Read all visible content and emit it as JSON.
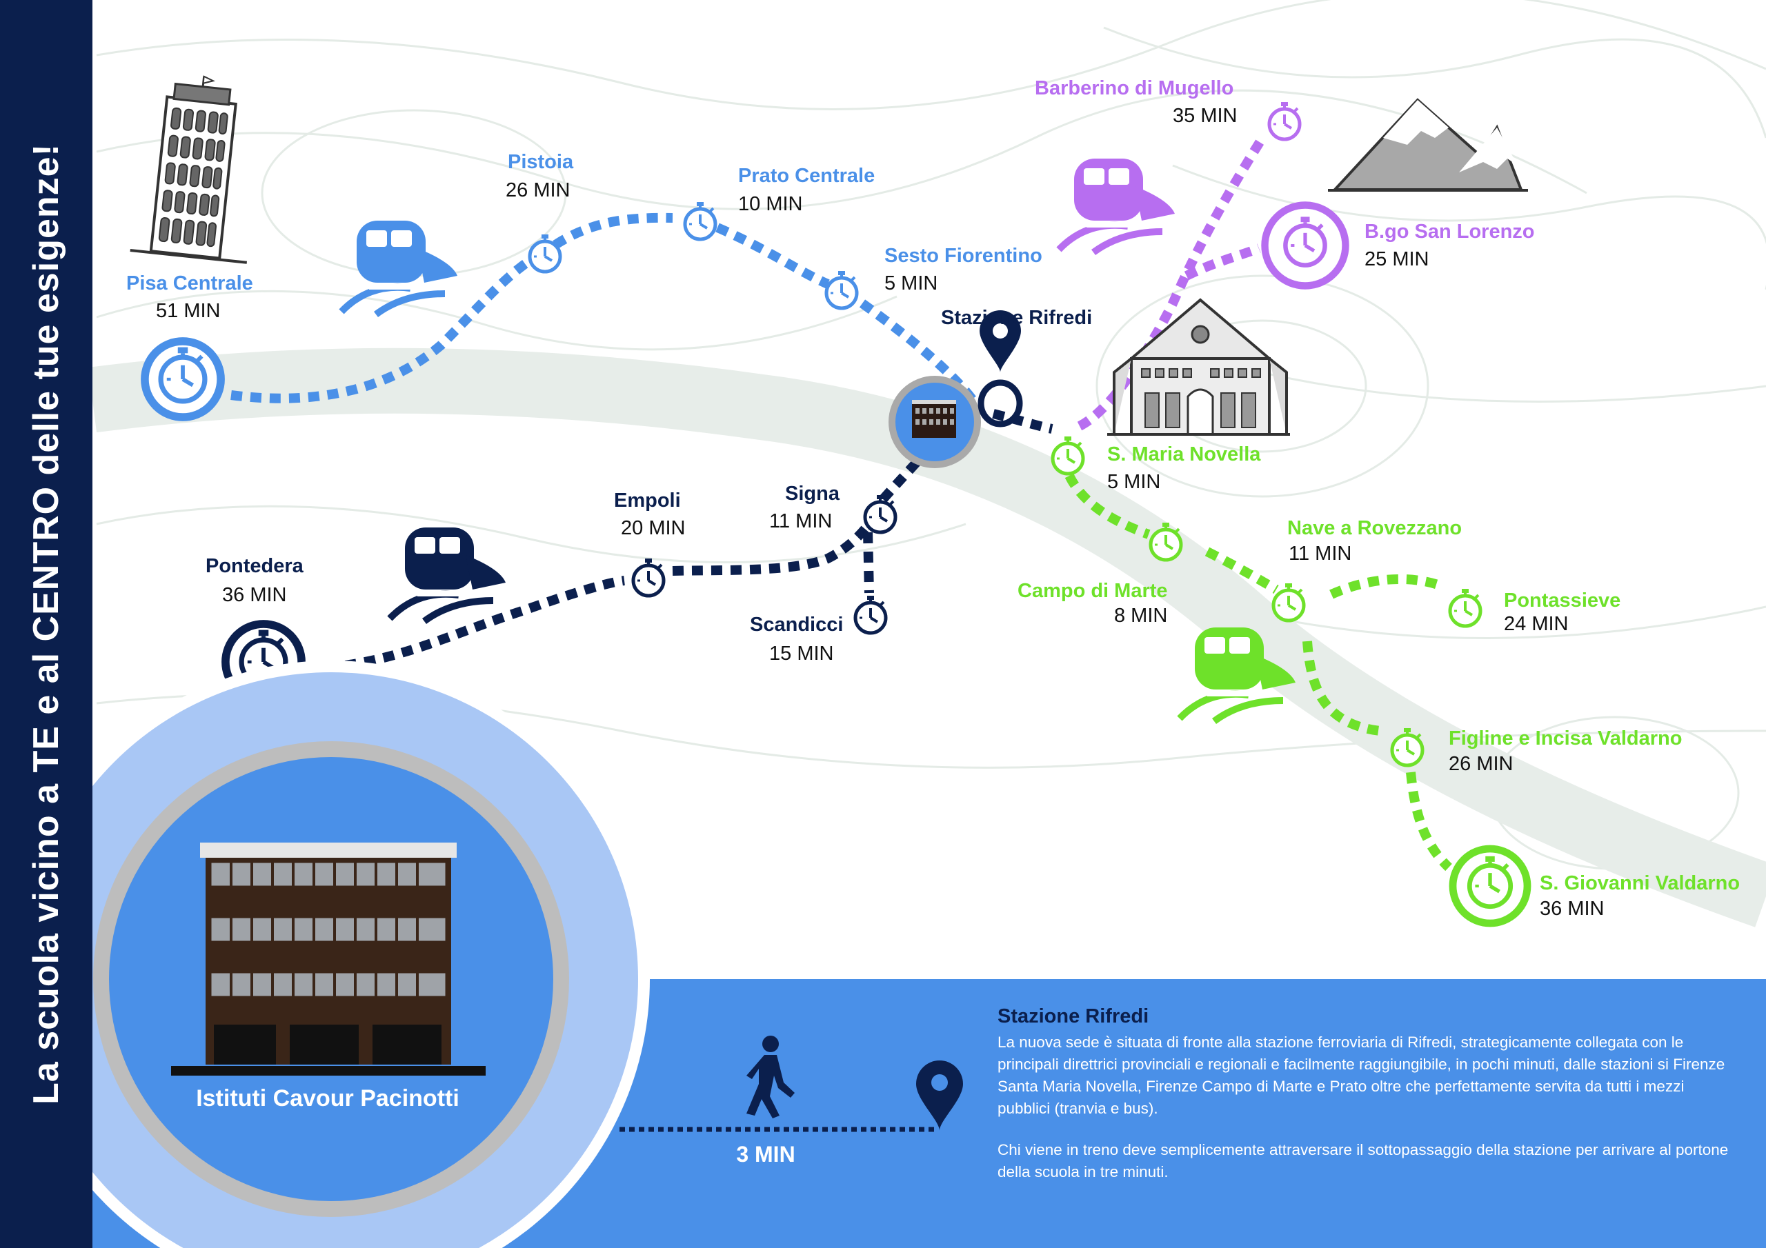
{
  "headline": "La scuola vicino a TE e al CENTRO delle tue esigenze!",
  "colors": {
    "sidebar": "#0b1f4d",
    "light_blue": "#4a90e8",
    "navy": "#0b1f4d",
    "purple": "#b76ef0",
    "green": "#6ee12a",
    "band": "#4a90e8"
  },
  "hub": {
    "name": "Stazione Rifredi"
  },
  "stations": {
    "pisa": {
      "name": "Pisa Centrale",
      "time": "51 MIN"
    },
    "pistoia": {
      "name": "Pistoia",
      "time": "26 MIN"
    },
    "prato": {
      "name": "Prato Centrale",
      "time": "10 MIN"
    },
    "sesto": {
      "name": "Sesto Fiorentino",
      "time": "5 MIN"
    },
    "pontedera": {
      "name": "Pontedera",
      "time": "36 MIN"
    },
    "empoli": {
      "name": "Empoli",
      "time": "20 MIN"
    },
    "signa": {
      "name": "Signa",
      "time": "11 MIN"
    },
    "scandicci": {
      "name": "Scandicci",
      "time": "15 MIN"
    },
    "barberino": {
      "name": "Barberino di Mugello",
      "time": "35 MIN"
    },
    "borgo": {
      "name": "B.go San Lorenzo",
      "time": "25 MIN"
    },
    "smn": {
      "name": "S. Maria Novella",
      "time": "5 MIN"
    },
    "campo": {
      "name": "Campo di Marte",
      "time": "8 MIN"
    },
    "nave": {
      "name": "Nave a Rovezzano",
      "time": "11 MIN"
    },
    "pontassieve": {
      "name": "Pontassieve",
      "time": "24 MIN"
    },
    "figline": {
      "name": "Figline e Incisa Valdarno",
      "time": "26 MIN"
    },
    "sgiovanni": {
      "name": "S. Giovanni Valdarno",
      "time": "36 MIN"
    }
  },
  "school": {
    "name": "Istituti Cavour Pacinotti"
  },
  "walk": {
    "time": "3 MIN"
  },
  "info": {
    "title": "Stazione Rifredi",
    "paragraph1": "La nuova sede è situata di fronte alla stazione ferroviaria di Rifredi, strategicamente collegata con le principali direttrici provinciali e regionali e facilmente raggiungibile, in pochi minuti, dalle stazioni si Firenze Santa Maria Novella, Firenze Campo di Marte e Prato oltre che perfettamente servita da tutti i mezzi pubblici (tranvia e bus).",
    "paragraph2": "Chi viene in treno deve semplicemente attraversare il sottopassaggio della stazione per arrivare al portone della scuola in tre minuti."
  }
}
